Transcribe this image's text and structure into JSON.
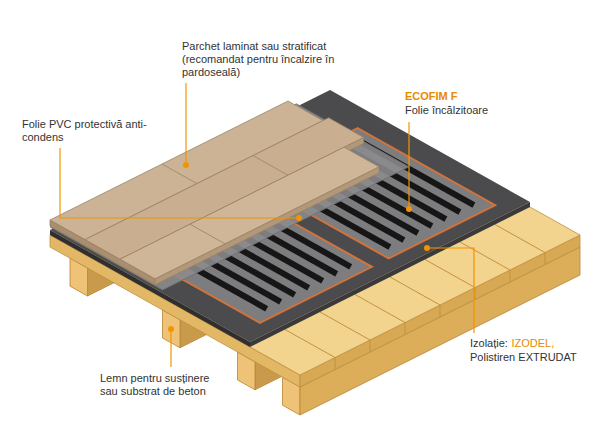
{
  "diagram": {
    "labels": [
      "Parchet laminat sau stratificat (recomandat pentru încalzire în pardoseală)",
      "ECOFIM F",
      "Folie încălzitoare",
      "Folie PVC protectivă anti-condens",
      "Izolație:",
      "IZODEL,",
      "Polistiren EXTRUDAT",
      "Lemn pentru susținere sau substrat de beton"
    ]
  }
}
